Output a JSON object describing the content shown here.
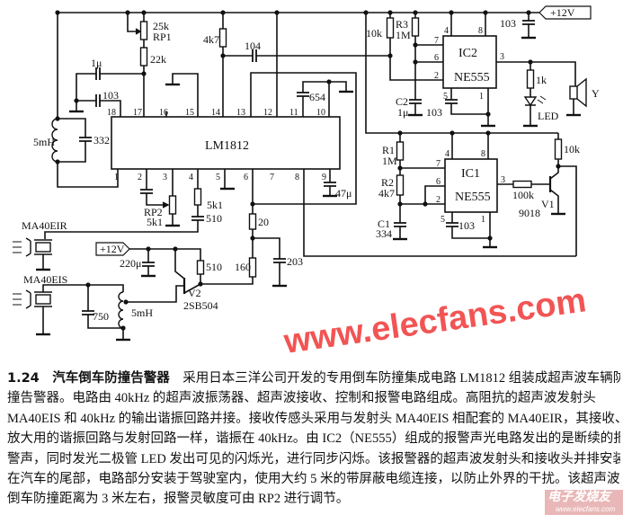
{
  "figure": {
    "ic_main": "LM1812",
    "ic_main_pins_top": [
      "18",
      "17",
      "16",
      "15",
      "14",
      "13",
      "12",
      "11",
      "10"
    ],
    "ic_main_pins_bottom": [
      "1",
      "2",
      "3",
      "4",
      "5",
      "6",
      "7",
      "8",
      "9"
    ],
    "supply": "+12V",
    "labels": {
      "rp1_value": "25k",
      "rp1_name": "RP1",
      "r_22k": "22k",
      "c_1u": "1μ",
      "c_103a": "103",
      "r_4k7": "4k7",
      "c_104": "104",
      "l_5mh_a": "5mH",
      "c_332": "332",
      "c_654": "654",
      "c_47u": "47μ",
      "rp2_name": "RP2",
      "rp2_value": "5k1",
      "r_5k1": "5k1",
      "c_510": "510",
      "ma40eir": "MA40EIR",
      "ma40eis": "MA40EIS",
      "c_220u": "220μ",
      "r_510": "510",
      "v2_name": "V2",
      "v2_type": "2SB504",
      "c_750": "750",
      "l_5mh_b": "5mH",
      "r_20": "20",
      "r_160": "160",
      "c_203": "203",
      "r_10k_a": "10k",
      "r3_name": "R3",
      "r3_value": "1M",
      "c2_name": "C2",
      "c2_value": "1μ",
      "c_103b": "103",
      "c_103c": "103",
      "r_1k": "1k",
      "led": "LED",
      "speaker": "Y",
      "r1_name": "R1",
      "r1_value": "1M",
      "r2_name": "R2",
      "r2_value": "4k7",
      "c1_name": "C1",
      "c1_value": "334",
      "c_103d": "103",
      "r_100k": "100k",
      "v1_name": "V1",
      "v1_type": "9018",
      "r_10k_b": "10k"
    },
    "ic2": {
      "name": "IC2",
      "type": "NE555",
      "pins": {
        "p4": "4",
        "p8": "8",
        "p7": "7",
        "p6": "6",
        "p2": "2",
        "p3": "3",
        "p5": "5",
        "p1": "1"
      }
    },
    "ic1": {
      "name": "IC1",
      "type": "NE555",
      "pins": {
        "p4": "4",
        "p8": "8",
        "p7": "7",
        "p6": "6",
        "p2": "2",
        "p3": "3",
        "p5": "5",
        "p1": "1"
      }
    },
    "watermark": "www.elecfans.com"
  },
  "caption": {
    "number_title": "1.24　汽车倒车防撞告警器",
    "lines": [
      "　采用日本三洋公司开发的专用倒车防撞集成电路 LM1812 组装成超声波车辆防",
      "撞告警器。电路由 40kHz 的超声波振荡器、超声波接收、控制和报警电路组成。高阻抗的超声波发射头",
      "MA40EIS 和 40kHz 的输出谐振回路并接。接收传感头采用与发射头 MA40EIS 相配套的 MA40EIR，其接收、",
      "放大用的谐振回路与发射回路一样，谐振在 40kHz。由 IC2（NE555）组成的报警声光电路发出的是断续的报",
      "警声，同时发光二极管 LED 发出可见的闪烁光，进行同步闪烁。该报警器的超声波发射头和接收头并排安装",
      "在汽车的尾部，电路部分安装于驾驶室内，使用大约 5 米的带屏蔽电缆连接，以防止外界的干扰。该超声波",
      "倒车防撞距离为 3 米左右，报警灵敏度可由 RP2 进行调节。"
    ]
  },
  "logo": {
    "name": "电子发烧友",
    "url": "www.elecfans.com"
  }
}
